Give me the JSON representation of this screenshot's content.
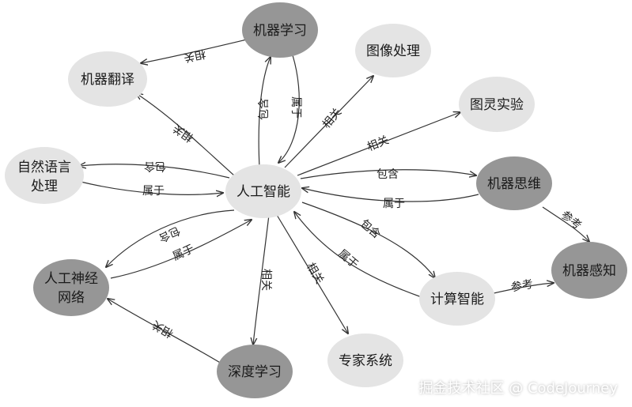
{
  "diagram": {
    "nodes": {
      "ai": "人工智能",
      "ml": "机器学习",
      "mt": "机器翻译",
      "image": "图像处理",
      "turing": "图灵实验",
      "nlp1": "自然语言",
      "nlp2": "处理",
      "thinking": "机器思维",
      "perception": "机器感知",
      "ann1": "人工神经",
      "ann2": "网络",
      "ci": "计算智能",
      "dl": "深度学习",
      "expert": "专家系统"
    },
    "edges": {
      "contains": "包含",
      "belongs": "属于",
      "related": "相关",
      "refers": "参考"
    },
    "colors": {
      "light": "#e4e4e4",
      "dark": "#969696",
      "line": "#333333"
    }
  },
  "watermark": "掘金技术社区 @ CodeJourney"
}
